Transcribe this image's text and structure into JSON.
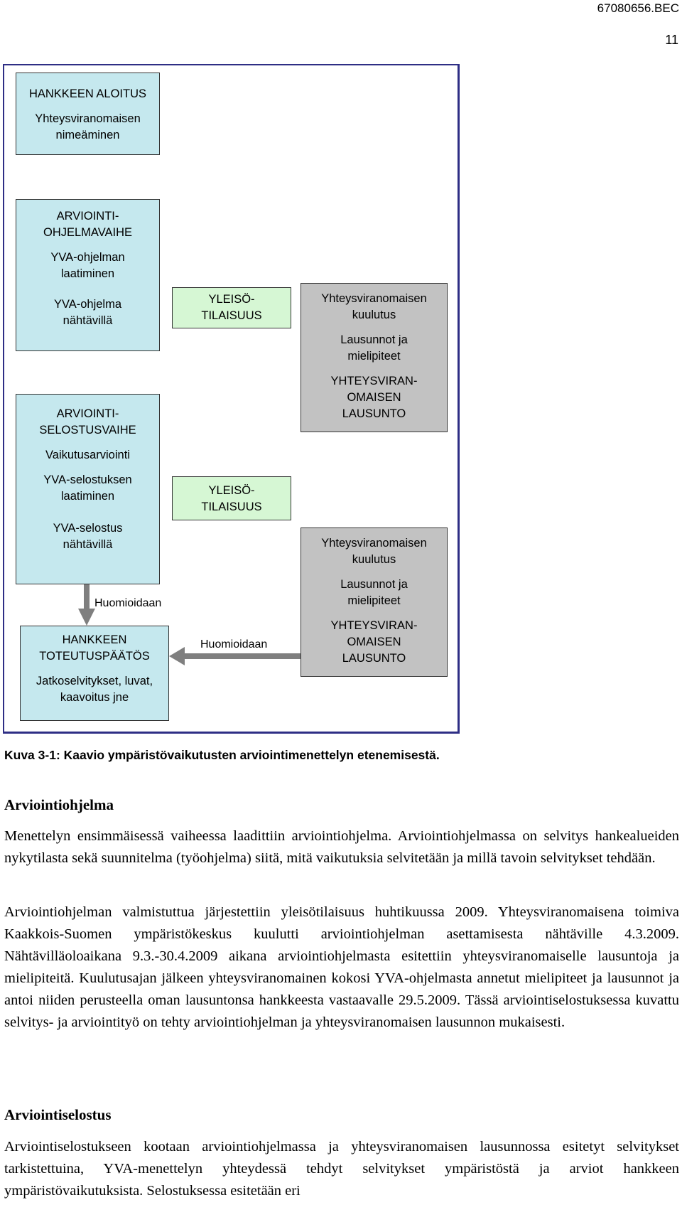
{
  "header": {
    "doc_id": "67080656.BEC",
    "page_number": "11"
  },
  "diagram": {
    "start": {
      "title": "HANKKEEN ALOITUS",
      "lines": [
        "Yhteysviranomaisen",
        "nimeäminen"
      ]
    },
    "program_phase": {
      "title1": "ARVIOINTI-",
      "title2": "OHJELMAVAIHE",
      "step1a": "YVA-ohjelman",
      "step1b": "laatiminen",
      "step2a": "YVA-ohjelma",
      "step2b": "nähtävillä"
    },
    "report_phase": {
      "title1": "ARVIOINTI-",
      "title2": "SELOSTUSVAIHE",
      "step1": "Vaikutusarviointi",
      "step2a": "YVA-selostuksen",
      "step2b": "laatiminen",
      "step3a": "YVA-selostus",
      "step3b": "nähtävillä"
    },
    "public_event_1": {
      "a": "YLEISÖ-",
      "b": "TILAISUUS"
    },
    "public_event_2": {
      "a": "YLEISÖ-",
      "b": "TILAISUUS"
    },
    "authority_1": {
      "l1": "Yhteysviranomaisen",
      "l2": "kuulutus",
      "l3": "Lausunnot ja",
      "l4": "mielipiteet",
      "l5": "YHTEYSVIRAN-",
      "l6": "OMAISEN",
      "l7": "LAUSUNTO"
    },
    "authority_2": {
      "l1": "Yhteysviranomaisen",
      "l2": "kuulutus",
      "l3": "Lausunnot ja",
      "l4": "mielipiteet",
      "l5": "YHTEYSVIRAN-",
      "l6": "OMAISEN",
      "l7": "LAUSUNTO"
    },
    "decision": {
      "l1": "HANKKEEN",
      "l2": "TOTEUTUSPÄÄTÖS",
      "l3": "Jatkoselvitykset, luvat,",
      "l4": "kaavoitus jne"
    },
    "arrow_label_down": "Huomioidaan",
    "arrow_label_left": "Huomioidaan",
    "colors": {
      "phase_box": "#c5e8ee",
      "public_box": "#d6f7d4",
      "authority_box": "#c2c2c2",
      "frame": "#2e2e85",
      "arrow": "#7f7f7f"
    }
  },
  "caption": "Kuva 3-1: Kaavio ympäristövaikutusten arviointimenettelyn etenemisestä.",
  "section1": {
    "heading": "Arviointiohjelma",
    "p1": "Menettelyn ensimmäisessä vaiheessa laadittiin arviointiohjelma. Arviointiohjelmassa on selvitys hankealueiden nykytilasta sekä suunnitelma (työohjelma) siitä, mitä vaikutuksia selvitetään ja millä tavoin selvitykset tehdään.",
    "p2": "Arviointiohjelman valmistuttua järjestettiin yleisötilaisuus huhtikuussa 2009. Yhteysviranomaisena toimiva Kaakkois-Suomen ympäristökeskus kuulutti arviointiohjelman asettamisesta nähtäville 4.3.2009. Nähtävilläoloaikana 9.3.-30.4.2009 aikana arviointiohjelmasta esitettiin yhteysviranomaiselle lausuntoja ja mielipiteitä. Kuulutusajan jälkeen yhteysviranomainen kokosi YVA-ohjelmasta annetut mielipiteet ja lausunnot ja antoi niiden perusteella oman lausuntonsa hankkeesta vastaavalle 29.5.2009. Tässä arviointiselostuksessa kuvattu selvitys- ja arviointityö on tehty arviointiohjelman ja yhteysviranomaisen lausunnon mukaisesti."
  },
  "section2": {
    "heading": "Arviointiselostus",
    "p1": "Arviointiselostukseen kootaan arviointiohjelmassa ja yhteysviranomaisen lausunnossa esitetyt selvitykset tarkistettuina, YVA-menettelyn yhteydessä tehdyt selvitykset ympäristöstä ja arviot hankkeen ympäristövaikutuksista. Selostuksessa esitetään eri"
  }
}
